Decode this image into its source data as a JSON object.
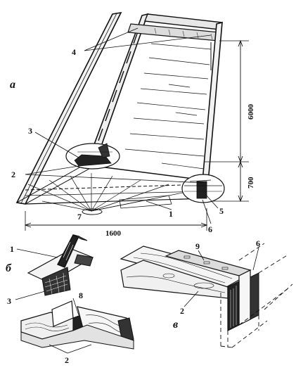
{
  "figure": {
    "panel_labels": {
      "a": "а",
      "b": "б",
      "v": "в"
    },
    "dimensions": {
      "height_total": "6000",
      "height_lower": "700",
      "width": "1600"
    },
    "callouts": {
      "n1": "1",
      "n2": "2",
      "n3": "3",
      "n4": "4",
      "n5": "5",
      "n6": "6",
      "n7": "7",
      "n8": "8",
      "n9": "9",
      "b1": "1",
      "b3": "3",
      "b8": "8",
      "b2": "2",
      "v9": "9",
      "v6": "6",
      "v2": "2"
    },
    "colors": {
      "ink": "#111111",
      "paper": "#ffffff"
    }
  }
}
